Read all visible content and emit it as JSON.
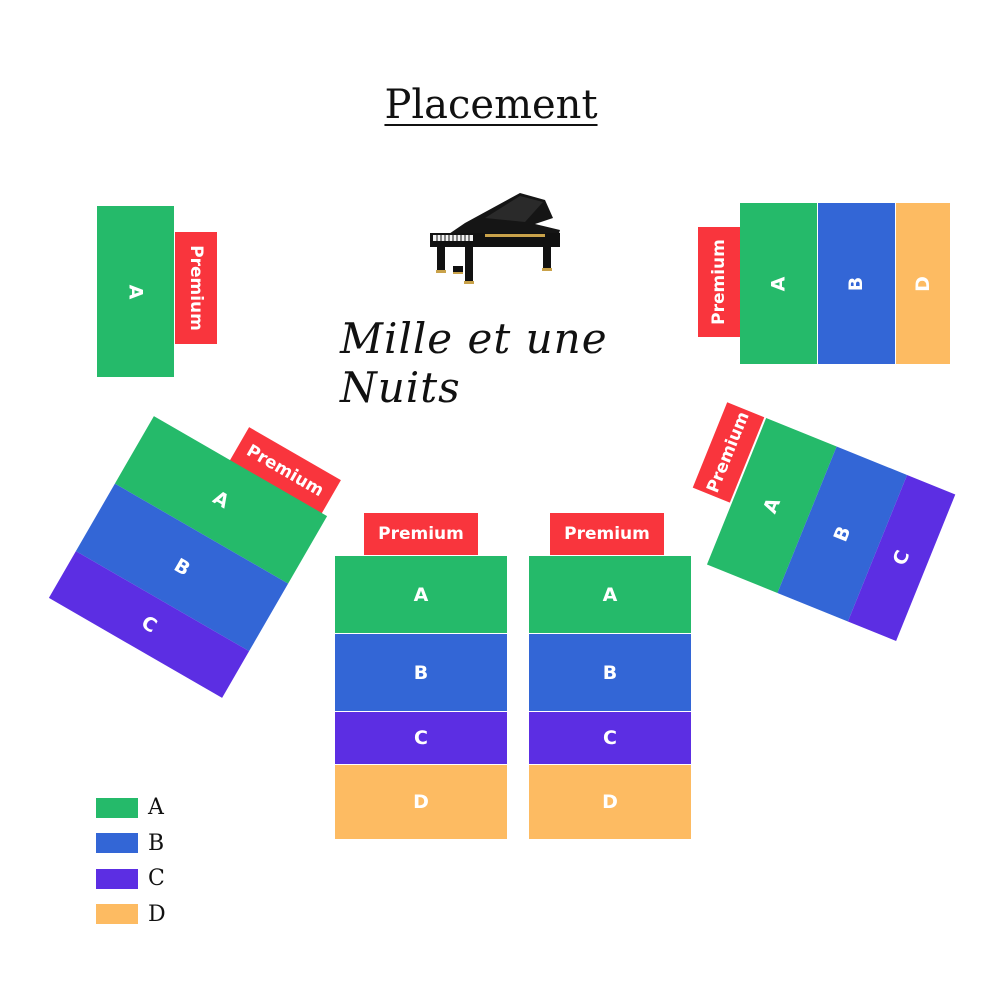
{
  "title": "Placement",
  "subtitle": "Mille et une Nuits",
  "colors": {
    "A": "#25ba6a",
    "B": "#3366d6",
    "C": "#5c2ee3",
    "D": "#fdbb62",
    "premium": "#f9353d"
  },
  "premium_label": "Premium",
  "sections": {
    "A": "A",
    "B": "B",
    "C": "C",
    "D": "D"
  },
  "legend": [
    {
      "key": "A",
      "label": "A"
    },
    {
      "key": "B",
      "label": "B"
    },
    {
      "key": "C",
      "label": "C"
    },
    {
      "key": "D",
      "label": "D"
    }
  ],
  "icons": {
    "stage": "grand-piano-icon"
  }
}
